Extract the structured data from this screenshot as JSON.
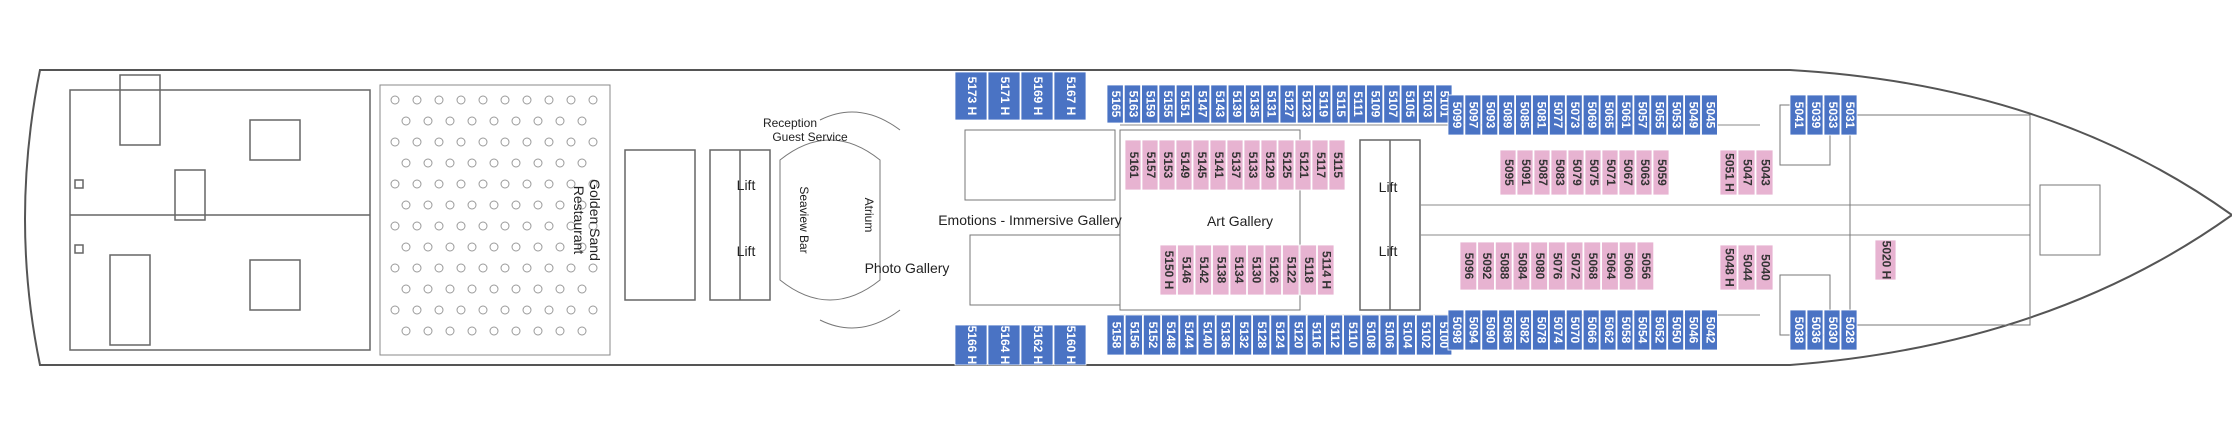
{
  "colors": {
    "hull": "#ffffff",
    "outline": "#555555",
    "standard_cabin": "#4a73c4",
    "suite_cabin": "#e7b3d1",
    "furniture": "#9a9a9a"
  },
  "labels": {
    "reception": "Reception",
    "guest_service": "Guest Service",
    "atrium": "Atrium",
    "seaview_bar": "Seaview Bar",
    "lift_1": "Lift",
    "lift_2": "Lift",
    "lift_3": "Lift",
    "lift_4": "Lift",
    "golden_sand": "Golden Sand",
    "restaurant": "Restaurant",
    "emotions": "Emotions - Immersive Gallery",
    "art_gallery": "Art Gallery",
    "photo_gallery": "Photo Gallery"
  },
  "cabins": {
    "top_blue_a": [
      "5173 H",
      "5171 H",
      "5169 H",
      "5167 H"
    ],
    "top_blue_b": [
      "5165",
      "5163",
      "5159",
      "5155",
      "5151",
      "5147",
      "5143",
      "5139",
      "5135",
      "5131",
      "5127",
      "5123",
      "5119",
      "5115",
      "5111",
      "5109",
      "5107",
      "5105",
      "5103",
      "5101"
    ],
    "top_blue_c": [
      "5099",
      "5097",
      "5093",
      "5089",
      "5085",
      "5081",
      "5077",
      "5073",
      "5069",
      "5065",
      "5061",
      "5057",
      "5055",
      "5053",
      "5049",
      "5045"
    ],
    "top_blue_d": [
      "5041",
      "5039",
      "5033",
      "5031"
    ],
    "upper_pink_a": [
      "5161",
      "5157",
      "5153",
      "5149",
      "5145",
      "5141",
      "5137",
      "5133",
      "5129",
      "5125",
      "5121",
      "5117",
      "5115"
    ],
    "upper_pink_b": [
      "5095",
      "5091",
      "5087",
      "5083",
      "5079",
      "5075",
      "5071",
      "5067",
      "5063",
      "5059"
    ],
    "upper_pink_c": [
      "5051 H",
      "5047",
      "5043"
    ],
    "lower_pink_a": [
      "5150 H",
      "5146",
      "5142",
      "5138",
      "5134",
      "5130",
      "5126",
      "5122",
      "5118",
      "5114 H"
    ],
    "lower_pink_b": [
      "5096",
      "5092",
      "5088",
      "5084",
      "5080",
      "5076",
      "5072",
      "5068",
      "5064",
      "5060",
      "5056"
    ],
    "lower_pink_c": [
      "5048 H",
      "5044",
      "5040"
    ],
    "lower_pink_d": [
      "5020 H"
    ],
    "bottom_blue_a": [
      "5166 H",
      "5164 H",
      "5162 H",
      "5160 H"
    ],
    "bottom_blue_b": [
      "5158",
      "5156",
      "5152",
      "5148",
      "5144",
      "5140",
      "5136",
      "5132",
      "5128",
      "5124",
      "5120",
      "5116",
      "5112",
      "5110",
      "5108",
      "5106",
      "5104",
      "5102",
      "5100"
    ],
    "bottom_blue_c": [
      "5098",
      "5094",
      "5090",
      "5086",
      "5082",
      "5078",
      "5074",
      "5070",
      "5066",
      "5062",
      "5058",
      "5054",
      "5052",
      "5050",
      "5046",
      "5042"
    ],
    "bottom_blue_d": [
      "5038",
      "5036",
      "5030",
      "5028"
    ]
  }
}
